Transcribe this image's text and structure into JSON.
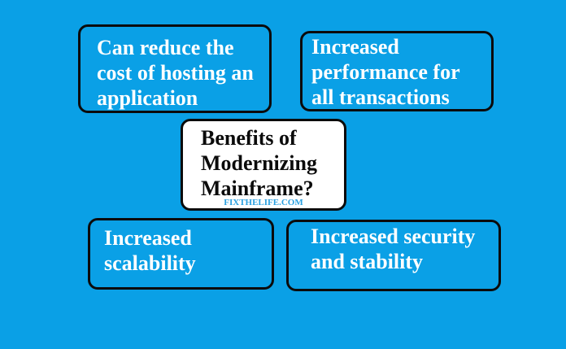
{
  "diagram": {
    "background_color": "#0aa0e6",
    "center": {
      "title": "Benefits of\nModernizing\nMainframe?",
      "watermark": "FIXTHELIFE.COM"
    },
    "benefits": [
      {
        "label": "Can reduce the\ncost of hosting an\napplication"
      },
      {
        "label": "Increased\nperformance for\nall transactions"
      },
      {
        "label": "Increased\nscalability"
      },
      {
        "label": "Increased security\nand stability"
      }
    ]
  }
}
